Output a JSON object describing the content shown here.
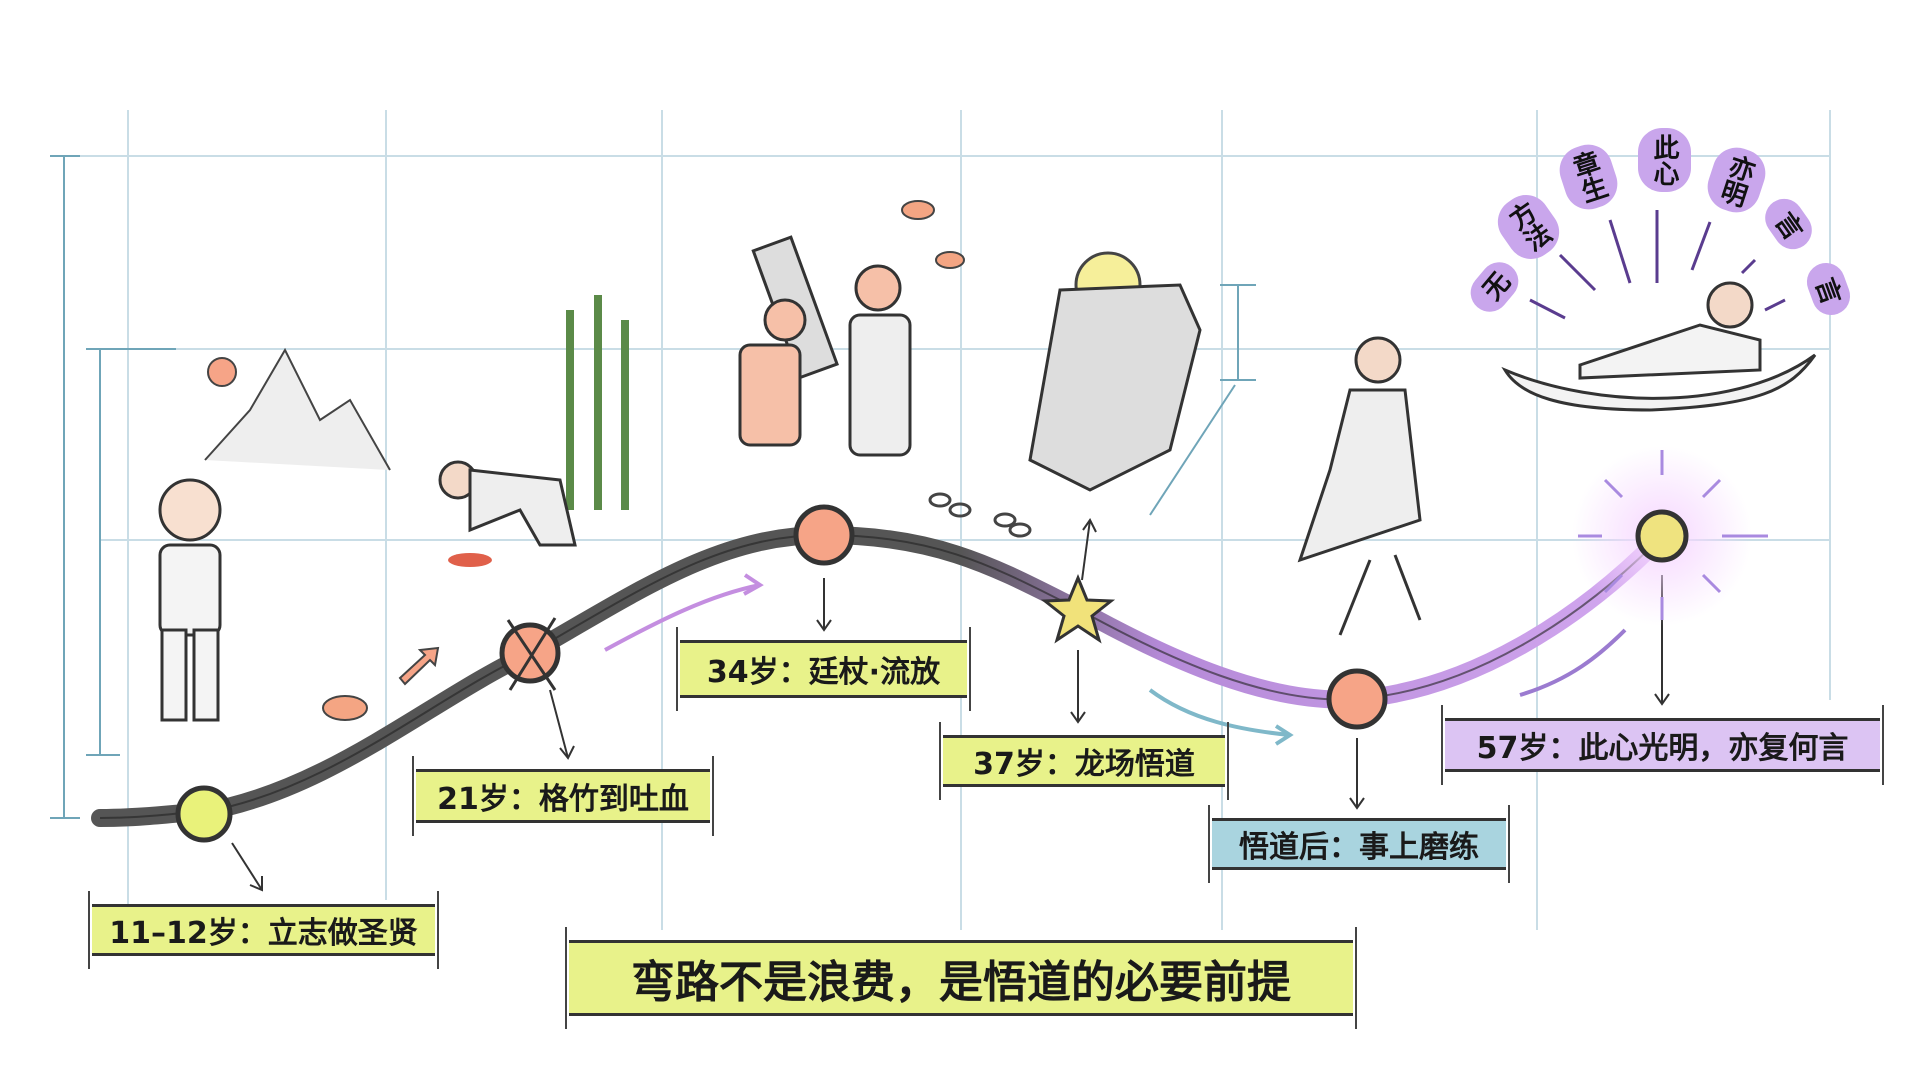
{
  "milestones": [
    {
      "label": "11–12岁：立志做圣贤",
      "color": "#e8f28a"
    },
    {
      "label": "21岁：格竹到吐血",
      "color": "#e8f28a"
    },
    {
      "label": "34岁：廷杖·流放",
      "color": "#e8f28a"
    },
    {
      "label": "37岁：龙场悟道",
      "color": "#e8f28a"
    },
    {
      "label": "悟道后：事上磨练",
      "color": "#a9d4df"
    },
    {
      "label": "57岁：此心光明，亦复何言",
      "color": "#dcc4f3"
    }
  ],
  "conclusion": {
    "text": "弯路不是浪费，是悟道的必要前提",
    "color": "#e8f28a"
  },
  "radiating_words": [
    "无",
    "方法",
    "章生",
    "此心",
    "亦明",
    "言",
    "言"
  ],
  "colors": {
    "node_yellow": "#e9f27a",
    "node_orange": "#f6a487",
    "path_gray": "#555555",
    "path_purple": "#c59be6",
    "grid": "#c9dde6"
  },
  "icons": [
    "child-scholar",
    "mountain-sun",
    "bird",
    "bamboo",
    "kneeling-man",
    "flogging-scene",
    "broken-chain",
    "lightbulb",
    "coffin",
    "star",
    "walking-scholar",
    "boat-sage",
    "glowing-sun"
  ]
}
